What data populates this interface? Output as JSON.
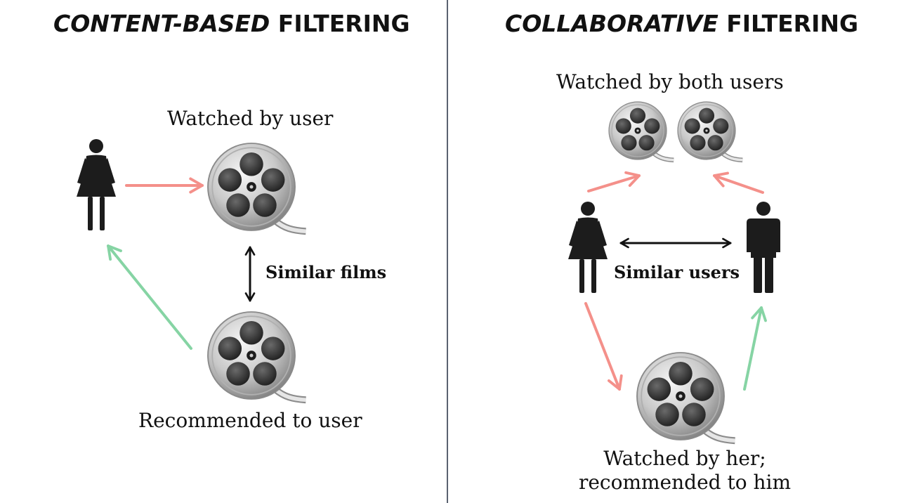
{
  "left_panel": {
    "title_emphasis": "CONTENT-BASED",
    "title_rest": " FILTERING",
    "watched_label": "Watched by user",
    "similarity_label": "Similar films",
    "recommended_label": "Recommended to user"
  },
  "right_panel": {
    "title_emphasis": "COLLABORATIVE",
    "title_rest": " FILTERING",
    "watched_label": "Watched by both users",
    "similarity_label": "Similar users",
    "bottom_label_line1": "Watched by her;",
    "bottom_label_line2": "recommended to him"
  },
  "icons": {
    "user_female": "female-user-icon",
    "user_male": "male-user-icon",
    "film": "film-reel-icon"
  },
  "colors": {
    "watched_arrow": "#f4908a",
    "recommended_arrow": "#86d4a4",
    "similarity_arrow": "#111111",
    "divider": "#5a6270"
  }
}
